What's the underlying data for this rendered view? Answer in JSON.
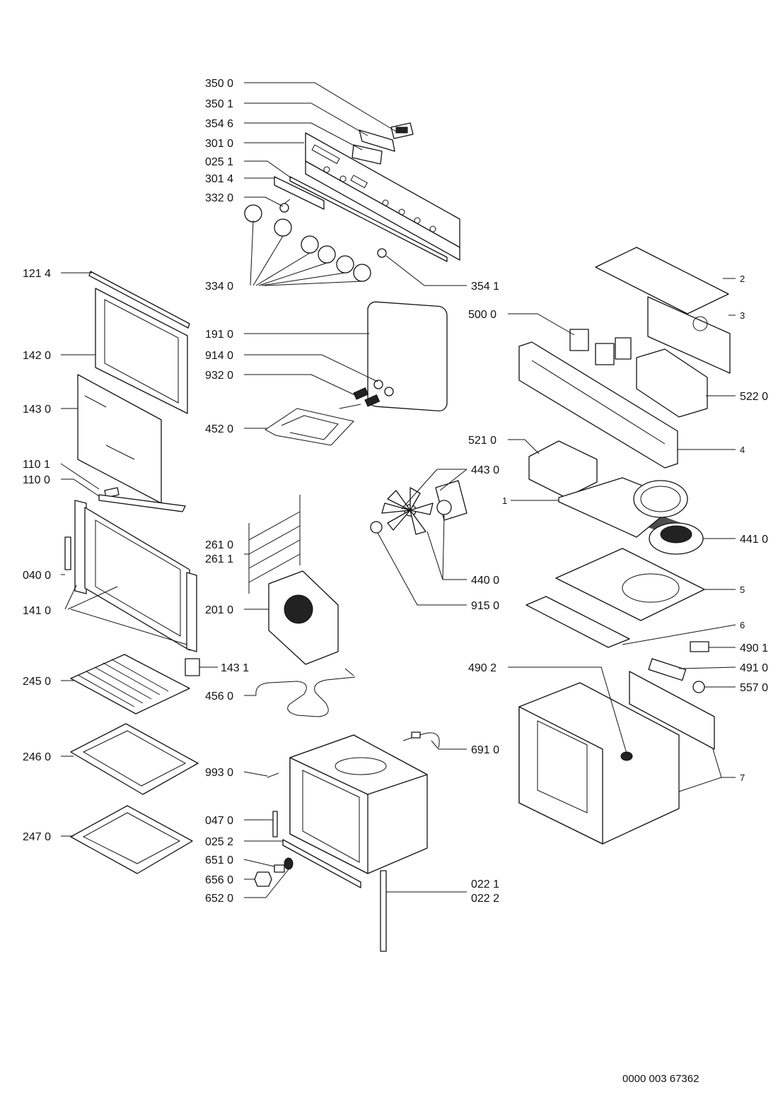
{
  "document_number": "0000 003 67362",
  "labels": {
    "l3500": "350 0",
    "l3501": "350 1",
    "l3546": "354 6",
    "l3010": "301 0",
    "l0251": "025 1",
    "l3014": "301 4",
    "l3320": "332 0",
    "l3340": "334 0",
    "l3541": "354 1",
    "l1214": "121 4",
    "l1420": "142 0",
    "l1430": "143 0",
    "l1101": "110 1",
    "l1100": "110 0",
    "l0400": "040 0",
    "l1410": "141 0",
    "l2450": "245 0",
    "l2460": "246 0",
    "l2470": "247 0",
    "l1910": "191 0",
    "l9140": "914 0",
    "l9320": "932 0",
    "l4520": "452 0",
    "l2610": "261 0",
    "l2611": "261 1",
    "l2010": "201 0",
    "l1431": "143 1",
    "l4560": "456 0",
    "l9930": "993 0",
    "l0470": "047 0",
    "l0252": "025 2",
    "l6510": "651 0",
    "l6560": "656 0",
    "l6520": "652 0",
    "l0221": "022 1",
    "l0222": "022 2",
    "l6910": "691 0",
    "l4430": "443 0",
    "l4400": "440 0",
    "l9150": "915 0",
    "l5000": "500 0",
    "l5220": "522 0",
    "l5210": "521 0",
    "l4410": "441 0",
    "l4902": "490 2",
    "l4901": "490 1",
    "l4910": "491 0",
    "l5570": "557 0",
    "n1": "1",
    "n2": "2",
    "n3": "3",
    "n4": "4",
    "n5": "5",
    "n6": "6",
    "n7": "7"
  }
}
